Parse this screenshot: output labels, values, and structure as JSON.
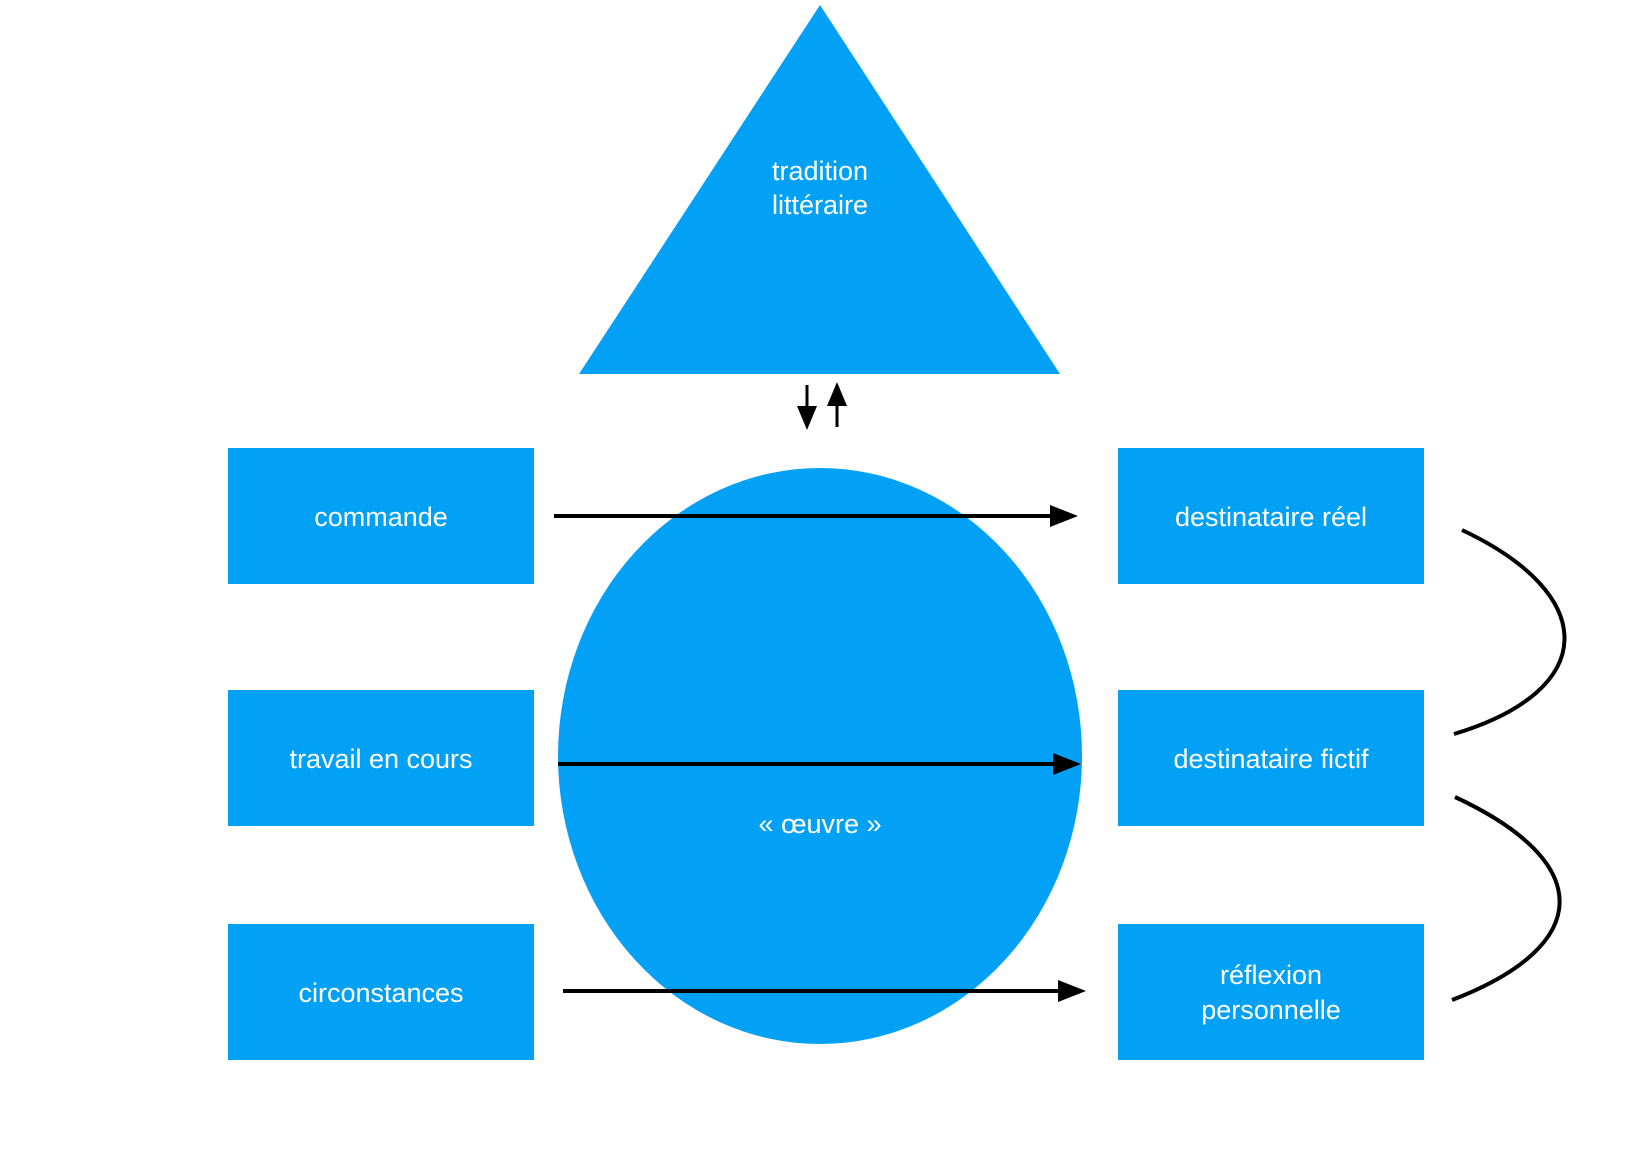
{
  "colors": {
    "shape_fill": "#03A1F6",
    "label_text": "#FFFFFF",
    "connector": "#000000",
    "background": "#FFFFFF"
  },
  "triangle": {
    "label_line1": "tradition",
    "label_line2": "littéraire"
  },
  "circle": {
    "label": "« œuvre »"
  },
  "left_boxes": {
    "commande": "commande",
    "travail": "travail en cours",
    "circonstances": "circonstances"
  },
  "right_boxes": {
    "destinataire_reel": "destinataire réel",
    "destinataire_fictif": "destinataire fictif",
    "reflexion_line1": "réflexion",
    "reflexion_line2": "personnelle"
  },
  "connectors": [
    {
      "from": "commande",
      "to": "destinataire réel"
    },
    {
      "from": "travail en cours",
      "to": "destinataire fictif"
    },
    {
      "from": "circonstances",
      "to": "réflexion personnelle"
    },
    {
      "between": "tradition littéraire",
      "and": "« œuvre »",
      "direction": "bidirectional"
    },
    {
      "curve": "destinataire réel ↔ destinataire fictif"
    },
    {
      "curve": "destinataire fictif ↔ réflexion personnelle"
    }
  ]
}
